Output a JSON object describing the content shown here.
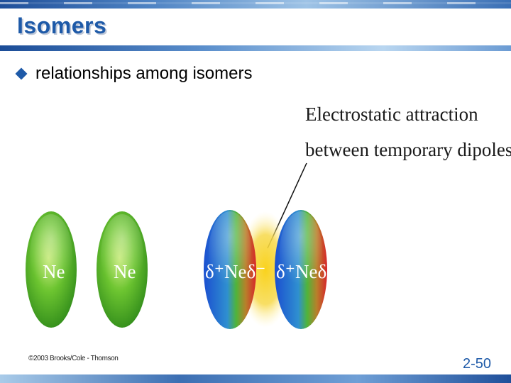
{
  "slide": {
    "title": "Isomers",
    "bullet": "relationships among isomers",
    "slide_number": "2-50",
    "copyright": "©2003 Brooks/Cole - Thomson"
  },
  "figure": {
    "caption_line1": "Electrostatic attraction",
    "caption_line2": "between temporary dipoles",
    "atoms": [
      {
        "label": "Ne"
      },
      {
        "label": "Ne"
      },
      {
        "label": "δ⁺Neδ⁻"
      },
      {
        "label": "δ⁺Neδ⁻"
      }
    ]
  },
  "colors": {
    "title_blue": "#1e5aa8",
    "atom_green": "#4caf2c",
    "dipole_blue": "#1f5bd8",
    "dipole_red": "#d8242a",
    "attraction_yellow": "#f6cf1e"
  }
}
